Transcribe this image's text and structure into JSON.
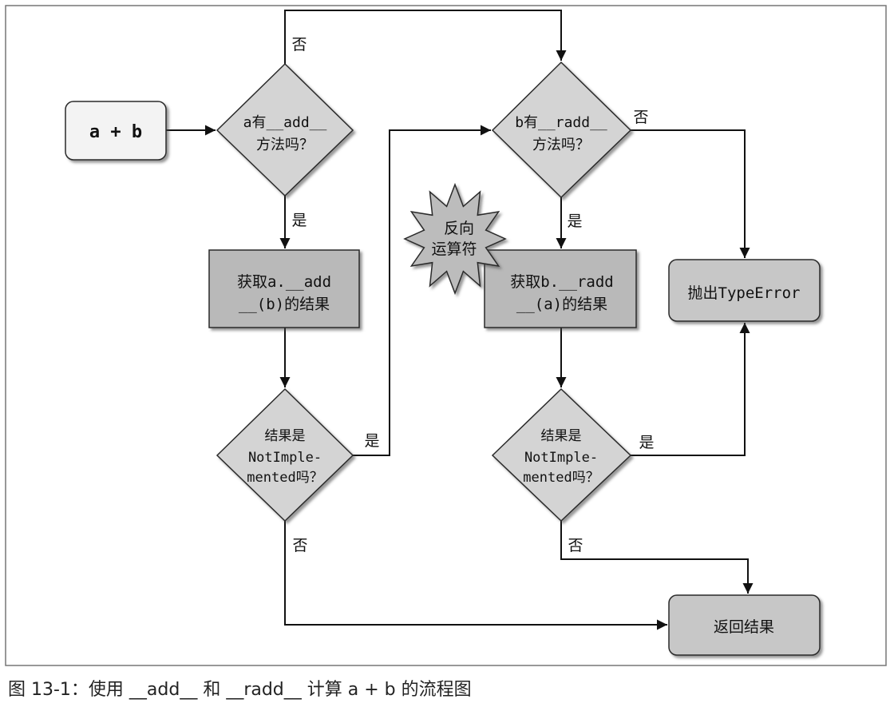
{
  "diagram": {
    "start": {
      "label": "a + b"
    },
    "check_add": {
      "lines": [
        "a有__add__",
        "方法吗？"
      ]
    },
    "call_add": {
      "lines": [
        "获取a.__add",
        "__(b)的结果"
      ]
    },
    "check_add_result": {
      "lines": [
        "结果是",
        "NotImple-",
        "mented吗？"
      ]
    },
    "check_radd": {
      "lines": [
        "b有__radd__",
        "方法吗？"
      ]
    },
    "call_radd": {
      "lines": [
        "获取b.__radd",
        "__(a)的结果"
      ]
    },
    "check_radd_result": {
      "lines": [
        "结果是",
        "NotImple-",
        "mented吗？"
      ]
    },
    "reflected_badge": {
      "lines": [
        "反向",
        "运算符"
      ]
    },
    "raise_error": {
      "label": "抛出TypeError"
    },
    "return_result": {
      "label": "返回结果"
    },
    "edges": {
      "add_missing": "否",
      "add_present": "是",
      "add_not_implemented": "是",
      "add_implemented": "否",
      "radd_missing": "否",
      "radd_present": "是",
      "radd_not_implemented": "是",
      "radd_implemented": "否"
    }
  },
  "caption": "图 13-1：使用 __add__ 和 __radd__ 计算 a + b 的流程图",
  "colors": {
    "start_fill": "#f3f3f3",
    "decision_fill": "#d4d4d4",
    "process_fill": "#b9b9b9",
    "terminal_fill": "#c7c7c7",
    "star_fill": "#bcbcbc"
  }
}
